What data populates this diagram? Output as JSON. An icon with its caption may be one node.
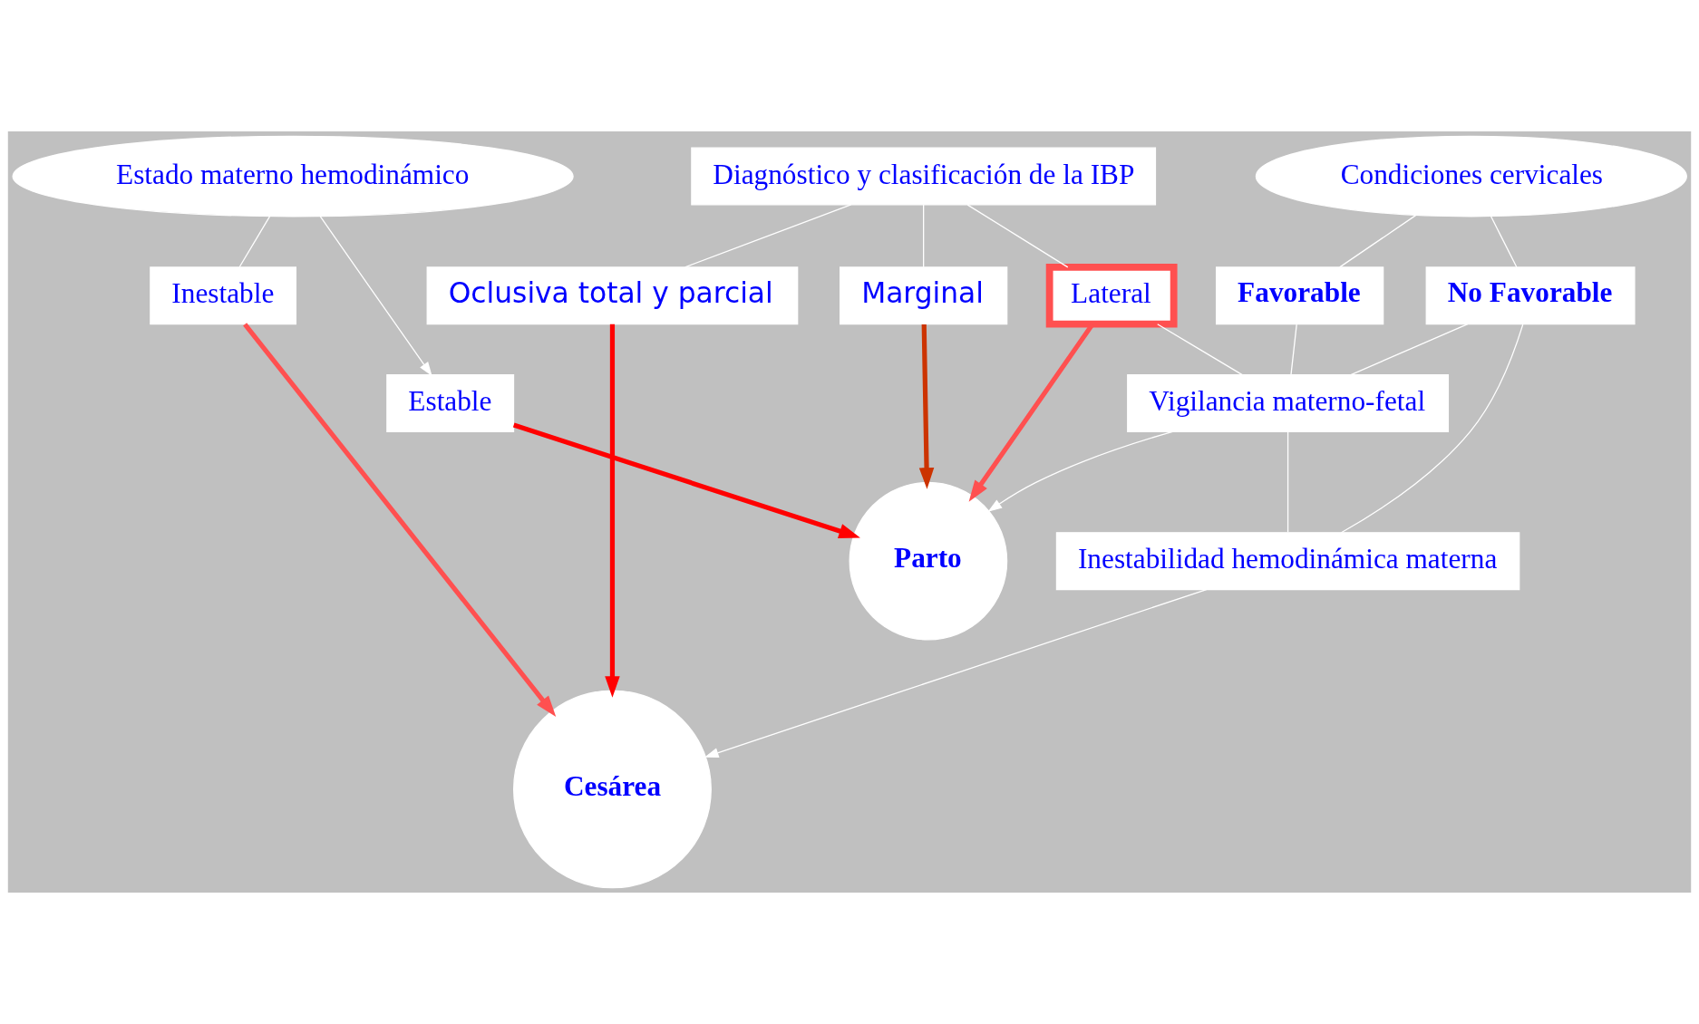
{
  "diagram": {
    "nodes": [
      {
        "text": [
          "Estado materno hemodinámico"
        ]
      },
      {
        "text": [
          "Diagnóstico y clasificación de la IBP"
        ]
      },
      {
        "text": [
          "Condiciones cervicales"
        ]
      },
      {
        "text": [
          "Inestable"
        ]
      },
      {
        "text": [
          "Oclusiva total y parcial"
        ]
      },
      {
        "text": [
          "Marginal"
        ]
      },
      {
        "text": [
          "Lateral"
        ]
      },
      {
        "text": [
          "Favorable"
        ]
      },
      {
        "text": [
          "No Favorable"
        ]
      },
      {
        "text": [
          "Estable"
        ]
      },
      {
        "text": [
          "Parto"
        ]
      },
      {
        "text": [
          "Cesárea"
        ]
      },
      {
        "text": [
          "Vigilancia materno-fetal"
        ]
      },
      {
        "text": [
          "Inestabilidad hemodinámica materna"
        ]
      }
    ],
    "edges": [
      {
        "from": 0,
        "to": 3,
        "arrow": "none"
      },
      {
        "from": 0,
        "to": 9,
        "arrow": "to"
      },
      {
        "from": 1,
        "to": 4,
        "arrow": "none"
      },
      {
        "from": 1,
        "to": 5,
        "arrow": "none"
      },
      {
        "from": 1,
        "to": 6,
        "arrow": "none"
      },
      {
        "from": 2,
        "to": 7,
        "arrow": "none"
      },
      {
        "from": 2,
        "to": 8,
        "arrow": "none"
      },
      {
        "from": 3,
        "to": 11,
        "arrow": "to",
        "style": "thick",
        "color": "#ff5050"
      },
      {
        "from": 4,
        "to": 11,
        "arrow": "to",
        "style": "thick",
        "color": "#ff0000"
      },
      {
        "from": 5,
        "to": 10,
        "arrow": "to",
        "style": "thick",
        "color": "#cc3300"
      },
      {
        "from": 6,
        "to": 10,
        "arrow": "to",
        "style": "thick",
        "color": "#ff5050"
      },
      {
        "from": 9,
        "to": 10,
        "arrow": "to",
        "style": "thick",
        "color": "#ff0000"
      },
      {
        "from": 6,
        "to": 12,
        "arrow": "none"
      },
      {
        "from": 7,
        "to": 12,
        "arrow": "none"
      },
      {
        "from": 8,
        "to": 12,
        "arrow": "none"
      },
      {
        "from": 8,
        "to": 13,
        "arrow": "none"
      },
      {
        "from": 12,
        "to": 13,
        "arrow": "none"
      },
      {
        "from": 12,
        "to": 10,
        "arrow": "to"
      },
      {
        "from": 13,
        "to": 11,
        "arrow": "to"
      }
    ]
  }
}
